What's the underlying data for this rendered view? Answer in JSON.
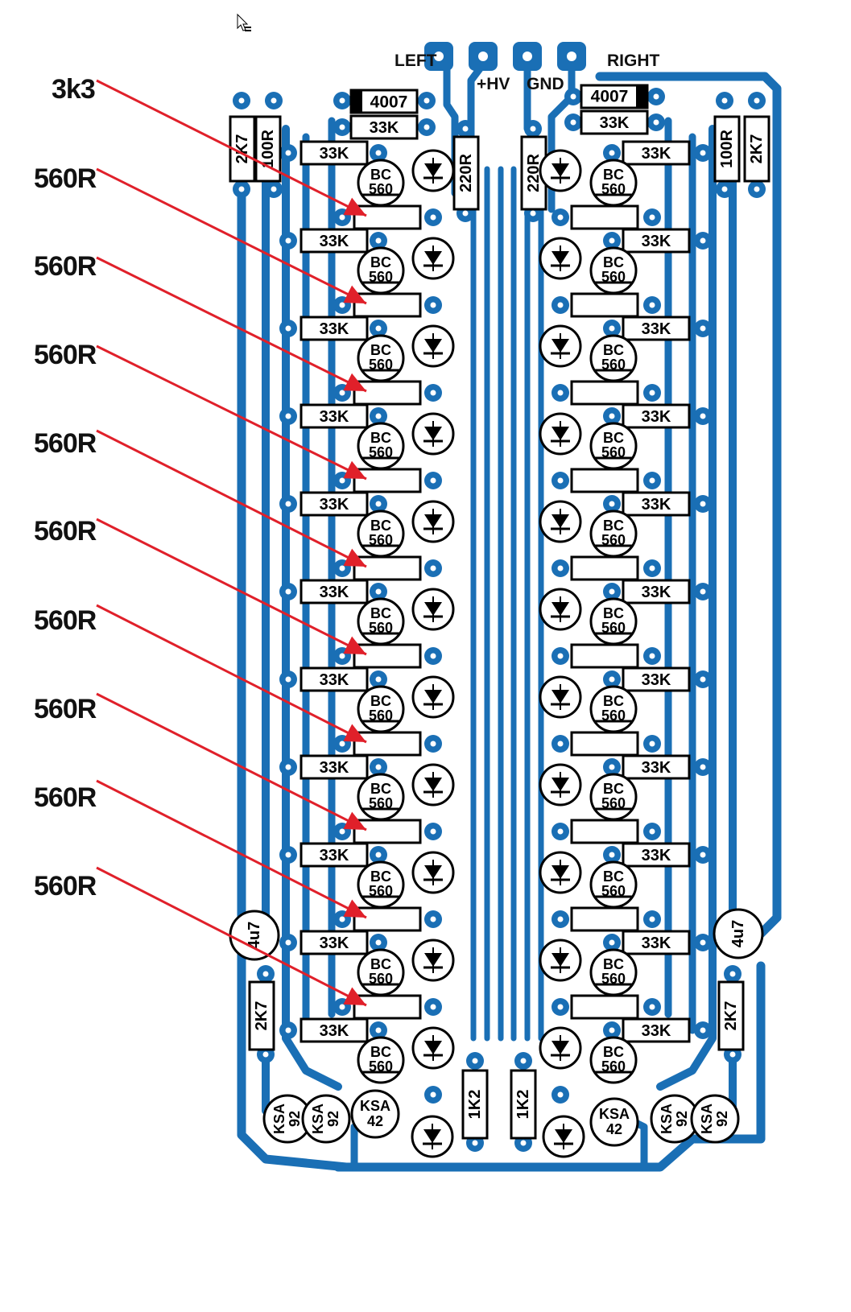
{
  "colors": {
    "trace": "#1a6fb5",
    "pad": "#1a6fb5",
    "silk": "#000000",
    "arrow": "#e0202a",
    "background": "#ffffff"
  },
  "connectors": {
    "left": "LEFT",
    "hv": "+HV",
    "gnd": "GND",
    "right": "RIGHT"
  },
  "callouts": [
    "3k3",
    "560R",
    "560R",
    "560R",
    "560R",
    "560R",
    "560R",
    "560R",
    "560R",
    "560R"
  ],
  "parts": {
    "diode": "4007",
    "r33k": "33K",
    "r100": "100R",
    "r2k7": "2K7",
    "r220": "220R",
    "r1k2": "1K2",
    "transistor": [
      "BC",
      "560"
    ],
    "cap": "4u7",
    "ksa92": [
      "KSA",
      "92"
    ],
    "ksa42": [
      "KSA",
      "42"
    ]
  },
  "icons": [
    "cursor-icon",
    "led-icon"
  ]
}
